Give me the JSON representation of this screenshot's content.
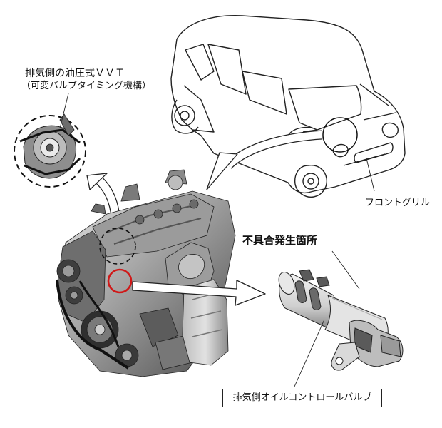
{
  "labels": {
    "vvt_title": "排気側の油圧式ＶＶＴ",
    "vvt_subtitle": "（可変バルブタイミング機構）",
    "front_grille": "フロントグリル",
    "defect_location": "不具合発生箇所",
    "oil_control_valve": "排気側オイルコントロールバルブ"
  },
  "colors": {
    "highlight_circle": "#d01818",
    "line": "#222222",
    "metal_dark": "#5a5a5a",
    "metal_light": "#c8c8c8"
  }
}
